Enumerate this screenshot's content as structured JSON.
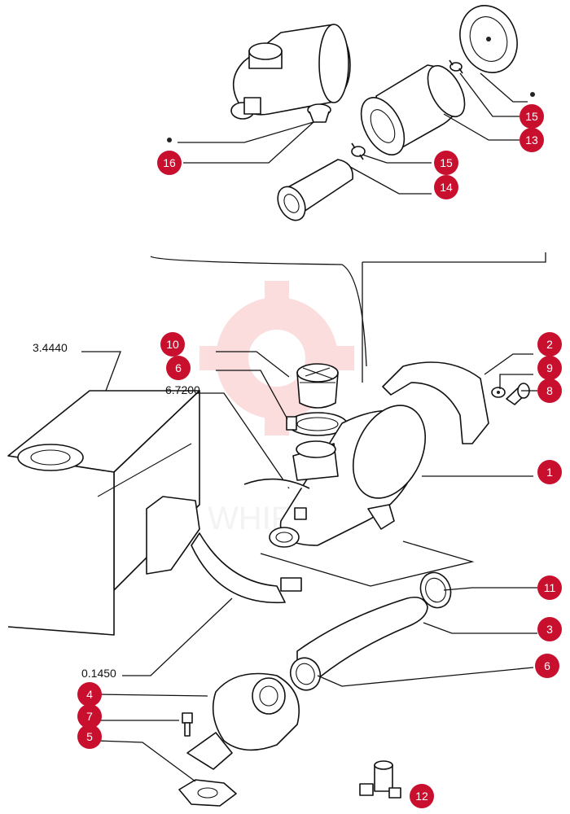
{
  "watermark": {
    "text": "WHIFLEX",
    "color": "#f5a0a0"
  },
  "colors": {
    "callout": "#c8102e",
    "callout_text": "#ffffff",
    "line": "#111111"
  },
  "reference_labels": {
    "ref_3_4440": "3.4440",
    "ref_6_7200": "6.7200",
    "ref_0_1450": "0.1450"
  },
  "callouts": {
    "c16": "16",
    "c15a": "15",
    "c13": "13",
    "c15b": "15",
    "c14": "14",
    "c10": "10",
    "c6a": "6",
    "c2": "2",
    "c9": "9",
    "c8": "8",
    "c1": "1",
    "c11": "11",
    "c3": "3",
    "c6b": "6",
    "c4": "4",
    "c7": "7",
    "c5": "5",
    "c12": "12"
  }
}
